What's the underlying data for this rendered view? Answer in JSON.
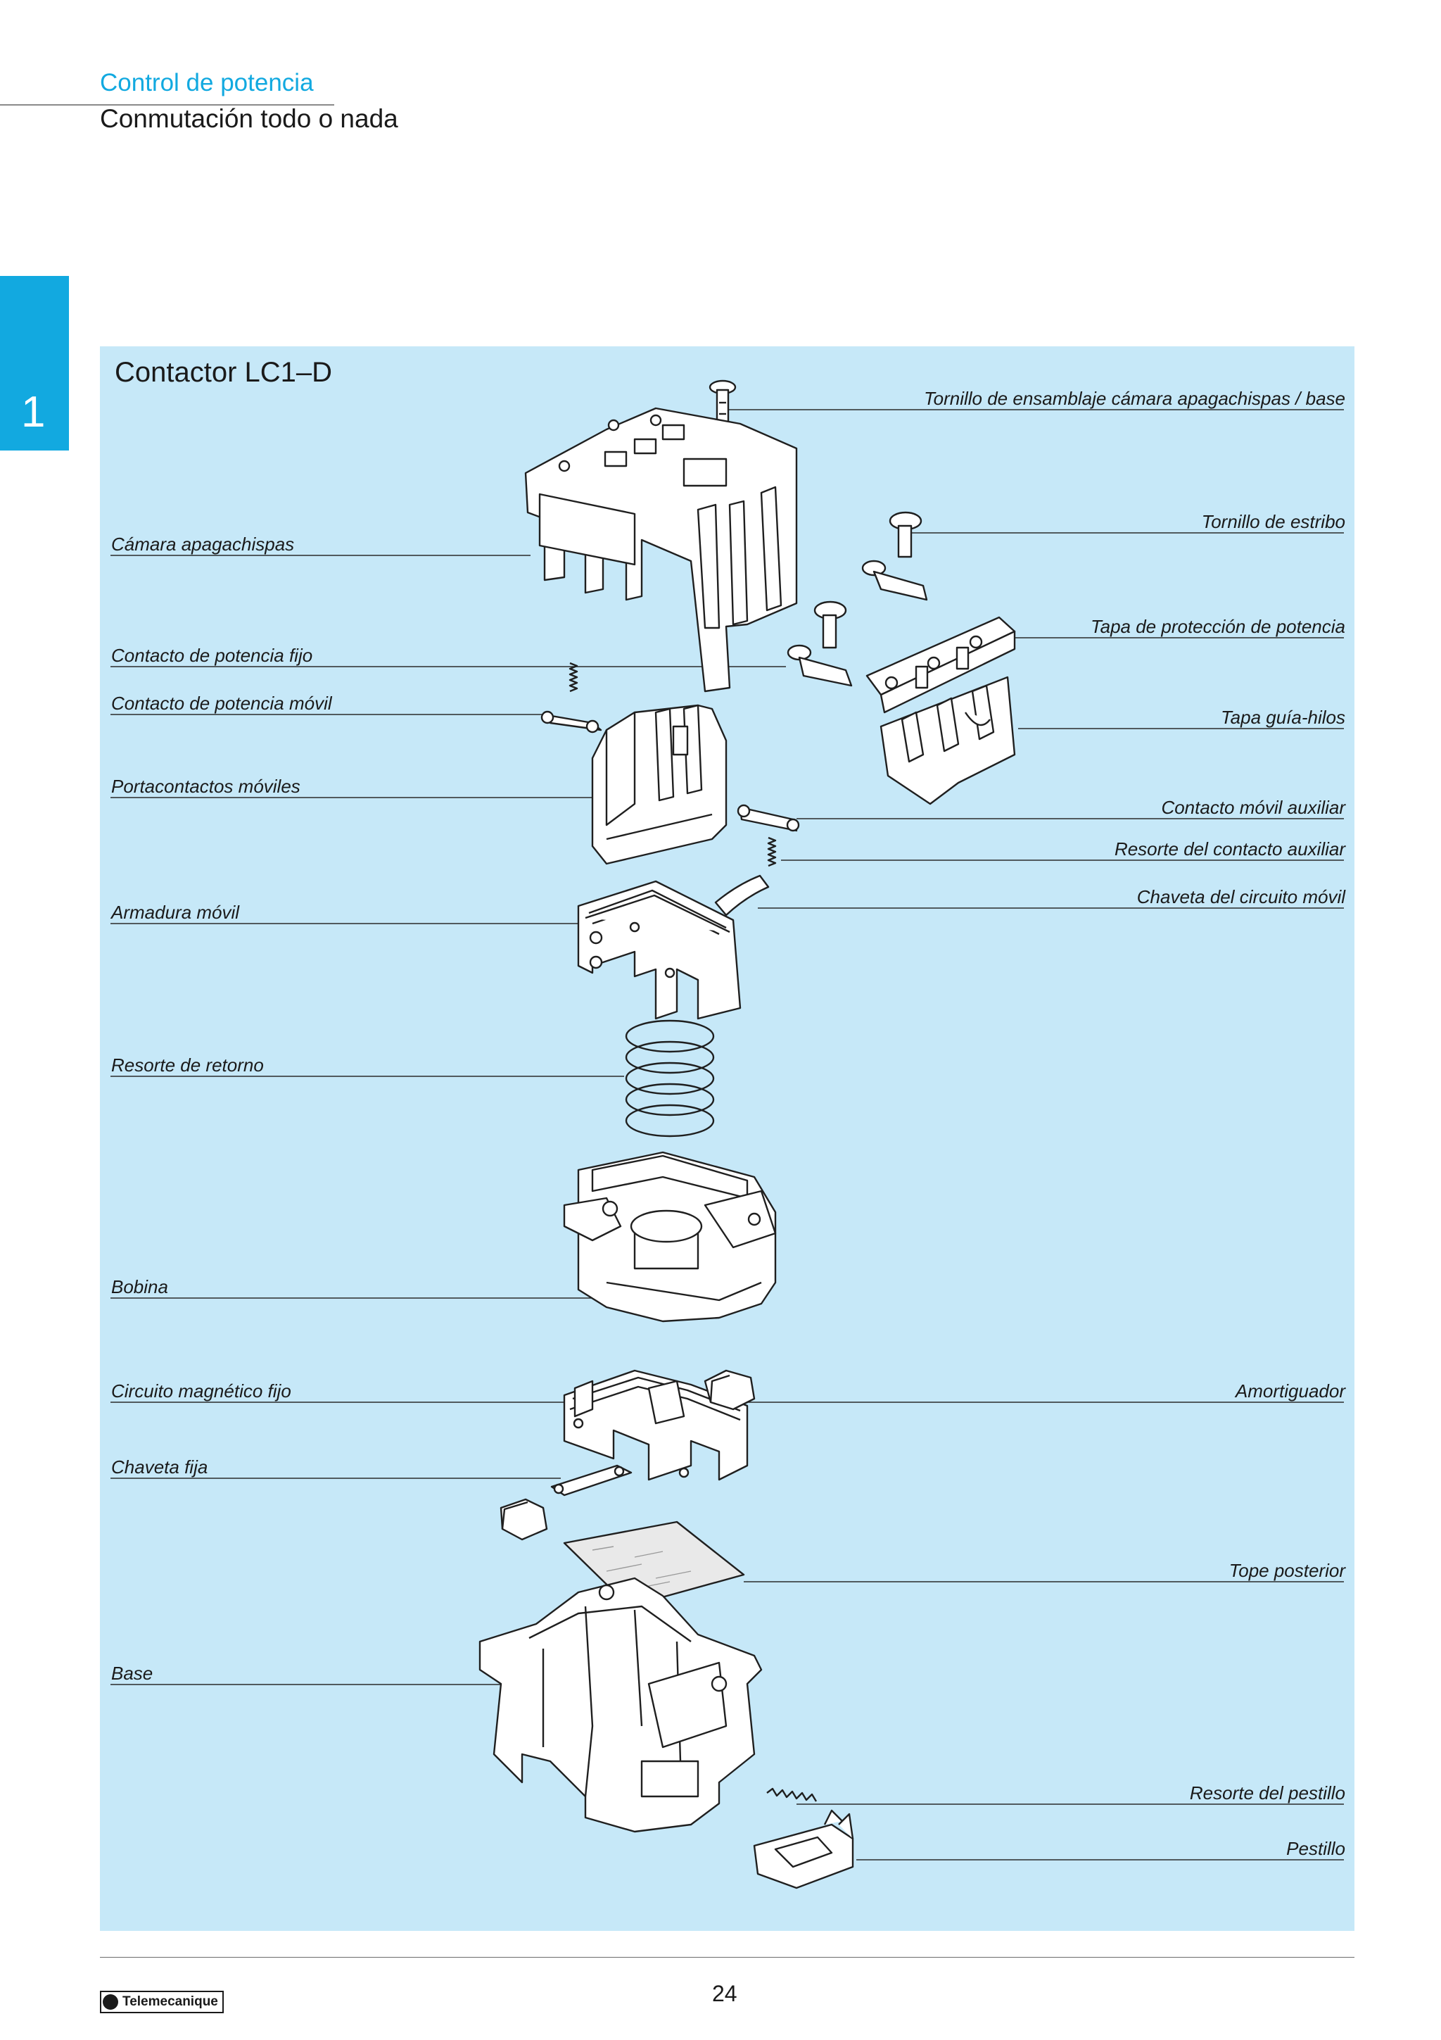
{
  "header": {
    "section": "Control de potencia",
    "subsection": "Conmutación todo o nada"
  },
  "chapter_tab": "1",
  "panel": {
    "title": "Contactor LC1–D",
    "labels": {
      "tornillo_ensamblaje": "Tornillo de ensamblaje cámara apagachispas / base",
      "camara": "Cámara apagachispas",
      "tornillo_estribo": "Tornillo de estribo",
      "tapa_proteccion": "Tapa de protección de potencia",
      "contacto_fijo": "Contacto de potencia fijo",
      "contacto_movil": "Contacto de potencia móvil",
      "tapa_guia": "Tapa guía-hilos",
      "portacontactos": "Portacontactos móviles",
      "contacto_aux": "Contacto móvil auxiliar",
      "resorte_aux": "Resorte del contacto auxiliar",
      "chaveta_movil": "Chaveta del circuito móvil",
      "armadura": "Armadura móvil",
      "resorte_retorno": "Resorte de retorno",
      "bobina": "Bobina",
      "circuito_fijo": "Circuito magnético fijo",
      "amortiguador": "Amortiguador",
      "chaveta_fija": "Chaveta fija",
      "tope": "Tope posterior",
      "base": "Base",
      "resorte_pestillo": "Resorte del pestillo",
      "pestillo": "Pestillo"
    }
  },
  "footer": {
    "logo_text": "Telemecanique",
    "page_number": "24"
  }
}
